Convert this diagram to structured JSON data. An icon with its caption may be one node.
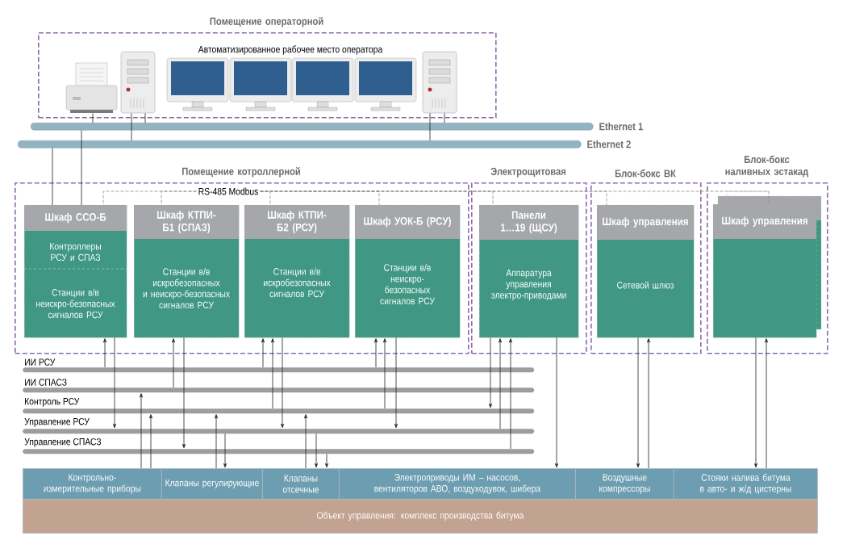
{
  "diagram": {
    "nodes": [
      {
        "text": [
          "Помещение операторной",
          "Автоматизированное рабочее место оператора"
        ]
      },
      {
        "text": [],
        "shape": "picture",
        "in": 0
      },
      {
        "text": [],
        "shape": "picture",
        "in": 0
      },
      {
        "text": [],
        "shape": "picture",
        "in": 0
      },
      {
        "text": [
          "Ethernet 1"
        ]
      },
      {
        "text": [
          "Ethernet 2"
        ]
      },
      {
        "text": [
          "Помещение котроллерной"
        ]
      },
      {
        "text": [
          "Шкаф ССО-Б",
          "Контроллеры РСУ и СПАЗ",
          "Станции в/в неискро-безопасных сигналов РСУ"
        ],
        "in": 6
      },
      {
        "text": [
          "Шкаф КТПИ-Б1 (СПАЗ)",
          "Станции в/в искробезопасных и неискро-безопасных сигналов РСУ"
        ],
        "in": 6
      },
      {
        "text": [
          "Шкаф КТПИ-Б2 (РСУ)",
          "Станции в/в искробезопасных сигналов РСУ"
        ],
        "in": 6
      },
      {
        "text": [
          "Шкаф УОК-Б (РСУ)",
          "Станции в/в неискро-безопасных сигналов РСУ"
        ],
        "in": 6
      },
      {
        "text": [
          "RS-485 Modbus"
        ],
        "in": 6
      },
      {
        "text": [
          "Электрощитовая"
        ]
      },
      {
        "text": [
          "Панели 1…19 (ЩСУ)",
          "Аппаратура управления электро-приводами"
        ],
        "in": 12
      },
      {
        "text": [
          "Блок-бокс ВК"
        ]
      },
      {
        "text": [
          "Шкаф управления",
          "Сетевой шлюз"
        ],
        "in": 14
      },
      {
        "text": [
          "Блок-бокс наливных эстакад"
        ]
      },
      {
        "text": [
          "Шкаф управления"
        ],
        "in": 16
      },
      {
        "text": [
          "ИИ РСУ"
        ]
      },
      {
        "text": [
          "ИИ СПАСЗ"
        ]
      },
      {
        "text": [
          "Контроль РСУ"
        ]
      },
      {
        "text": [
          "Управление РСУ"
        ]
      },
      {
        "text": [
          "Управление СПАСЗ"
        ]
      },
      {
        "text": [
          "Контрольно-измерительные приборы"
        ]
      },
      {
        "text": [
          "Клапаны регулирующие"
        ]
      },
      {
        "text": [
          "Клапаны отсечные"
        ]
      },
      {
        "text": [
          "Электроприводы ИМ – насосов, вентиляторов АВО, воздуходувок, шибера"
        ]
      },
      {
        "text": [
          "Воздушные компрессоры"
        ]
      },
      {
        "text": [
          "Стояки налива битума в авто- и ж/д цистерны"
        ]
      },
      {
        "text": [
          "Объект управления: комплекс производства битума"
        ]
      }
    ],
    "edges": [
      {
        "from": 1,
        "to": 4,
        "arrow": "none"
      },
      {
        "from": 2,
        "to": 4,
        "arrow": "none"
      },
      {
        "from": 2,
        "to": 5,
        "arrow": "none"
      },
      {
        "from": 3,
        "to": 5,
        "arrow": "none"
      },
      {
        "from": 3,
        "to": 4,
        "arrow": "none"
      },
      {
        "from": 7,
        "to": 5,
        "arrow": "none"
      },
      {
        "from": 7,
        "to": 4,
        "arrow": "none"
      },
      {
        "from": 11,
        "to": 7,
        "arrow": "none",
        "style": "dashed",
        "color": "#8c8c8c"
      },
      {
        "from": 11,
        "to": 8,
        "arrow": "none",
        "style": "dashed",
        "color": "#8c8c8c"
      },
      {
        "from": 11,
        "to": 9,
        "arrow": "none",
        "style": "dashed",
        "color": "#8c8c8c"
      },
      {
        "from": 11,
        "to": 10,
        "arrow": "none",
        "style": "dashed",
        "color": "#8c8c8c"
      },
      {
        "from": 11,
        "to": 13,
        "arrow": "none",
        "style": "dashed",
        "color": "#8c8c8c"
      },
      {
        "from": 11,
        "to": 15,
        "arrow": "none",
        "style": "dashed",
        "color": "#8c8c8c"
      },
      {
        "from": 11,
        "to": 17,
        "arrow": "none",
        "style": "dashed",
        "color": "#8c8c8c"
      },
      {
        "from": 18,
        "to": 7,
        "arrow": "to"
      },
      {
        "from": 7,
        "to": 21,
        "arrow": "to"
      },
      {
        "from": 23,
        "to": 19,
        "arrow": "to"
      },
      {
        "from": 23,
        "to": 20,
        "arrow": "to"
      },
      {
        "from": 19,
        "to": 8,
        "arrow": "to"
      },
      {
        "from": 8,
        "to": 22,
        "arrow": "to"
      },
      {
        "from": 24,
        "to": 20,
        "arrow": "to"
      },
      {
        "from": 21,
        "to": 24,
        "arrow": "to"
      },
      {
        "from": 18,
        "to": 9,
        "arrow": "to"
      },
      {
        "from": 20,
        "to": 9,
        "arrow": "to"
      },
      {
        "from": 9,
        "to": 21,
        "arrow": "to"
      },
      {
        "from": 25,
        "to": 20,
        "arrow": "to"
      },
      {
        "from": 21,
        "to": 25,
        "arrow": "to"
      },
      {
        "from": 22,
        "to": 25,
        "arrow": "to"
      },
      {
        "from": 18,
        "to": 10,
        "arrow": "to"
      },
      {
        "from": 20,
        "to": 10,
        "arrow": "to"
      },
      {
        "from": 10,
        "to": 21,
        "arrow": "to"
      },
      {
        "from": 13,
        "to": 20,
        "arrow": "to"
      },
      {
        "from": 21,
        "to": 13,
        "arrow": "to"
      },
      {
        "from": 22,
        "to": 13,
        "arrow": "to"
      },
      {
        "from": 13,
        "to": 26,
        "arrow": "to"
      },
      {
        "from": 15,
        "to": 27,
        "arrow": "to"
      },
      {
        "from": 27,
        "to": 15,
        "arrow": "to"
      },
      {
        "from": 17,
        "to": 28,
        "arrow": "to"
      },
      {
        "from": 28,
        "to": 17,
        "arrow": "to"
      }
    ]
  }
}
